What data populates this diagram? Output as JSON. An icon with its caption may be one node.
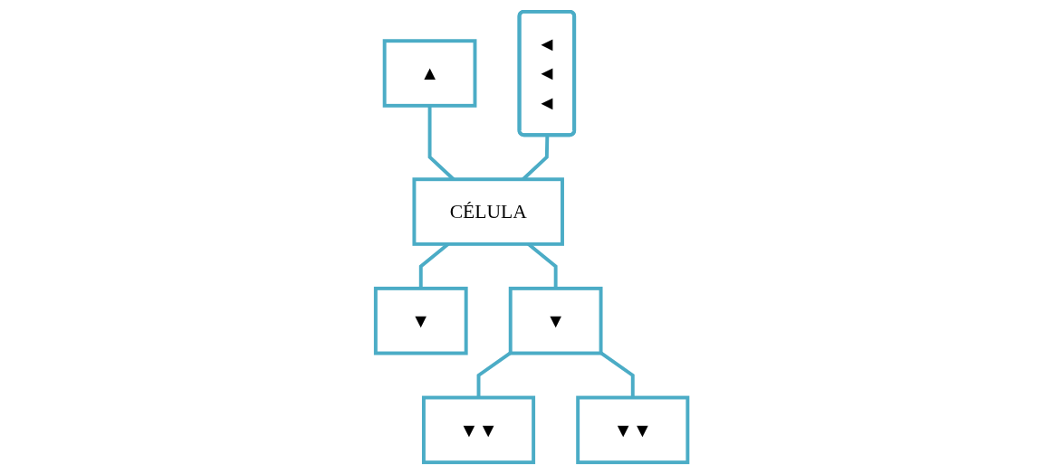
{
  "diagram": {
    "nodes": [
      {
        "text": [
          "▲"
        ]
      },
      {
        "text": [
          "◄",
          "◄",
          "◄"
        ]
      },
      {
        "text": [
          "CÉLULA"
        ]
      },
      {
        "text": [
          "▼"
        ]
      },
      {
        "text": [
          "▼"
        ]
      },
      {
        "text": [
          "▼▼"
        ]
      },
      {
        "text": [
          "▼▼"
        ]
      }
    ],
    "edges": [
      {
        "from": 0,
        "to": 2,
        "arrow": "none"
      },
      {
        "from": 1,
        "to": 2,
        "arrow": "none"
      },
      {
        "from": 2,
        "to": 3,
        "arrow": "none"
      },
      {
        "from": 2,
        "to": 4,
        "arrow": "none"
      },
      {
        "from": 4,
        "to": 5,
        "arrow": "none"
      },
      {
        "from": 4,
        "to": 6,
        "arrow": "none"
      }
    ]
  }
}
